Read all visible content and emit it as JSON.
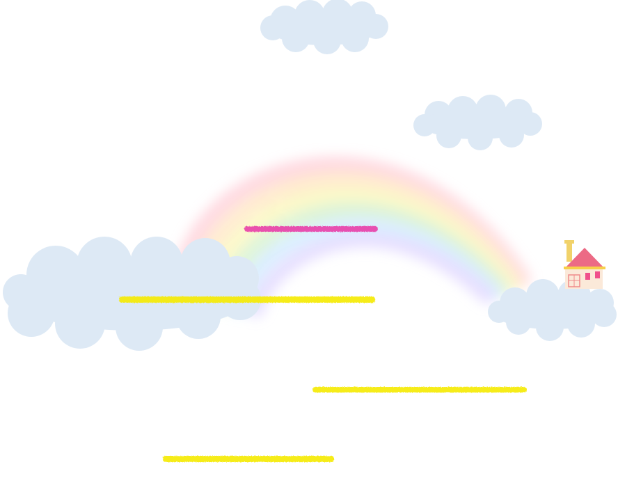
{
  "scene": {
    "background": "#ffffff",
    "cloud_color": "#dde9f5",
    "rainbow_colors": [
      "#ffd3dc",
      "#ffe8c8",
      "#fbf8c0",
      "#d8f3d2",
      "#d4ecff",
      "#e2d9ff"
    ],
    "platforms": [
      {
        "color": "pink",
        "hex": "#e83fa8"
      },
      {
        "color": "yellow",
        "hex": "#f5ea00"
      },
      {
        "color": "yellow",
        "hex": "#f5ea00"
      },
      {
        "color": "yellow",
        "hex": "#f5ea00"
      }
    ],
    "house": {
      "roof": "#ec6a85",
      "wall": "#fbe9d9",
      "chimney": "#f1d26a",
      "window": "#f0508c",
      "door": "#ef8a8a"
    }
  }
}
